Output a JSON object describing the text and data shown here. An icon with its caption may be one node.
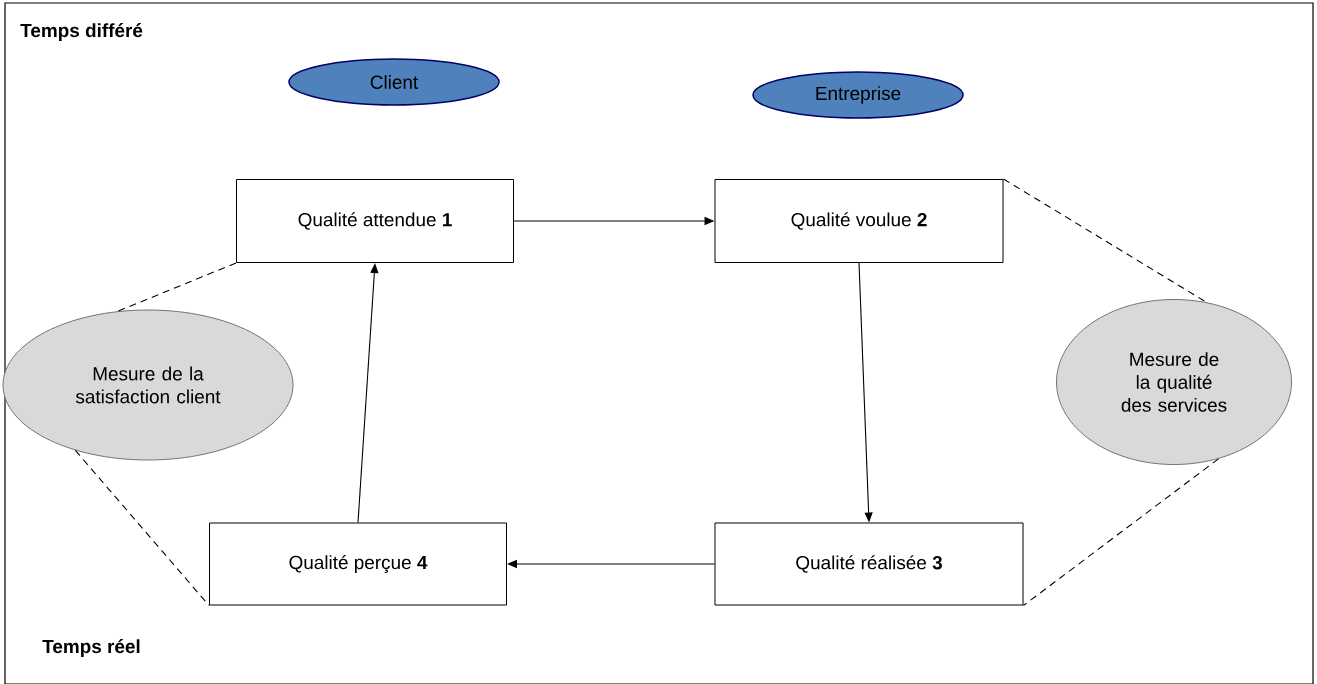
{
  "diagram": {
    "nodes": [
      {
        "text": [
          "Client"
        ]
      },
      {
        "text": [
          "Entreprise"
        ]
      },
      {
        "text": [
          "Qualité attendue **1**"
        ]
      },
      {
        "text": [
          "Qualité voulue **2**"
        ]
      },
      {
        "text": [
          "Mesure de la satisfaction client"
        ]
      },
      {
        "text": [
          "Mesure de la qualité des services"
        ]
      },
      {
        "text": [
          "Qualité perçue **4**"
        ]
      },
      {
        "text": [
          "Qualité réalisée **3**"
        ]
      }
    ],
    "edges": [
      {
        "from": 2,
        "to": 3,
        "arrow": "to"
      },
      {
        "from": 3,
        "to": 7,
        "arrow": "to"
      },
      {
        "from": 7,
        "to": 6,
        "arrow": "to"
      },
      {
        "from": 6,
        "to": 2,
        "arrow": "to"
      },
      {
        "from": 2,
        "to": 4,
        "arrow": "none",
        "style": "dashed"
      },
      {
        "from": 4,
        "to": 6,
        "arrow": "none",
        "style": "dashed"
      },
      {
        "from": 3,
        "to": 5,
        "arrow": "none",
        "style": "dashed"
      },
      {
        "from": 5,
        "to": 7,
        "arrow": "none",
        "style": "dashed"
      }
    ],
    "labels": [
      "**Temps différé**",
      "**Temps réel**"
    ]
  }
}
